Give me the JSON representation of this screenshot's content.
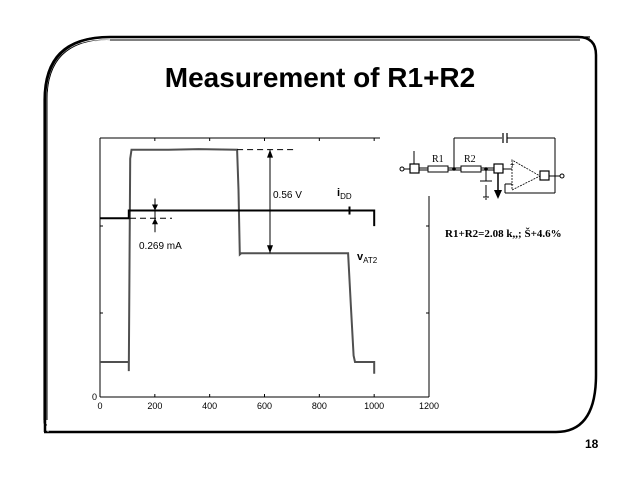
{
  "slide": {
    "title": "Measurement of R1+R2",
    "page_number": "18",
    "result": "R1+R2=2.08 k,,; Š+4.6%"
  },
  "circuit": {
    "labels": [
      "R1",
      "R2"
    ],
    "opamp_plus": "+",
    "opamp_minus": "-"
  },
  "chart_data": {
    "type": "line",
    "title": "",
    "xlabel": "",
    "ylabel": "",
    "xlim": [
      0,
      1200
    ],
    "x_ticks": [
      "0",
      "200",
      "400",
      "600",
      "800",
      "1000",
      "1200"
    ],
    "y_ticks": [
      "0"
    ],
    "grid": false,
    "series": [
      {
        "name": "vAT2",
        "label_main": "v",
        "label_sub": "AT2",
        "color": "#505050",
        "points": [
          [
            0,
            0.135
          ],
          [
            105,
            0.135
          ],
          [
            105,
            0.1
          ],
          [
            110,
            0.92
          ],
          [
            115,
            0.955
          ],
          [
            250,
            0.955
          ],
          [
            360,
            0.957
          ],
          [
            500,
            0.955
          ],
          [
            505,
            0.8
          ],
          [
            510,
            0.55
          ],
          [
            515,
            0.555
          ],
          [
            900,
            0.555
          ],
          [
            905,
            0.555
          ],
          [
            915,
            0.35
          ],
          [
            925,
            0.16
          ],
          [
            930,
            0.135
          ],
          [
            1000,
            0.135
          ],
          [
            1000,
            0.09
          ]
        ]
      },
      {
        "name": "iDD",
        "label_main": "i",
        "label_sub": "DD",
        "color": "#000000",
        "points": [
          [
            0,
            0.69
          ],
          [
            105,
            0.69
          ],
          [
            105,
            0.72
          ],
          [
            500,
            0.72
          ],
          [
            505,
            0.72
          ],
          [
            910,
            0.72
          ],
          [
            915,
            0.72
          ],
          [
            1000,
            0.72
          ],
          [
            1000,
            0.66
          ]
        ]
      }
    ],
    "annotations": [
      {
        "text": "0.56 V",
        "kind": "vertical-dimension",
        "x": 620,
        "from": 0.955,
        "to": 0.555
      },
      {
        "text": "0.269 mA",
        "kind": "vertical-dimension",
        "x": 200,
        "from": 0.72,
        "to": 0.69
      }
    ],
    "y_range_norm": [
      0,
      1
    ]
  }
}
